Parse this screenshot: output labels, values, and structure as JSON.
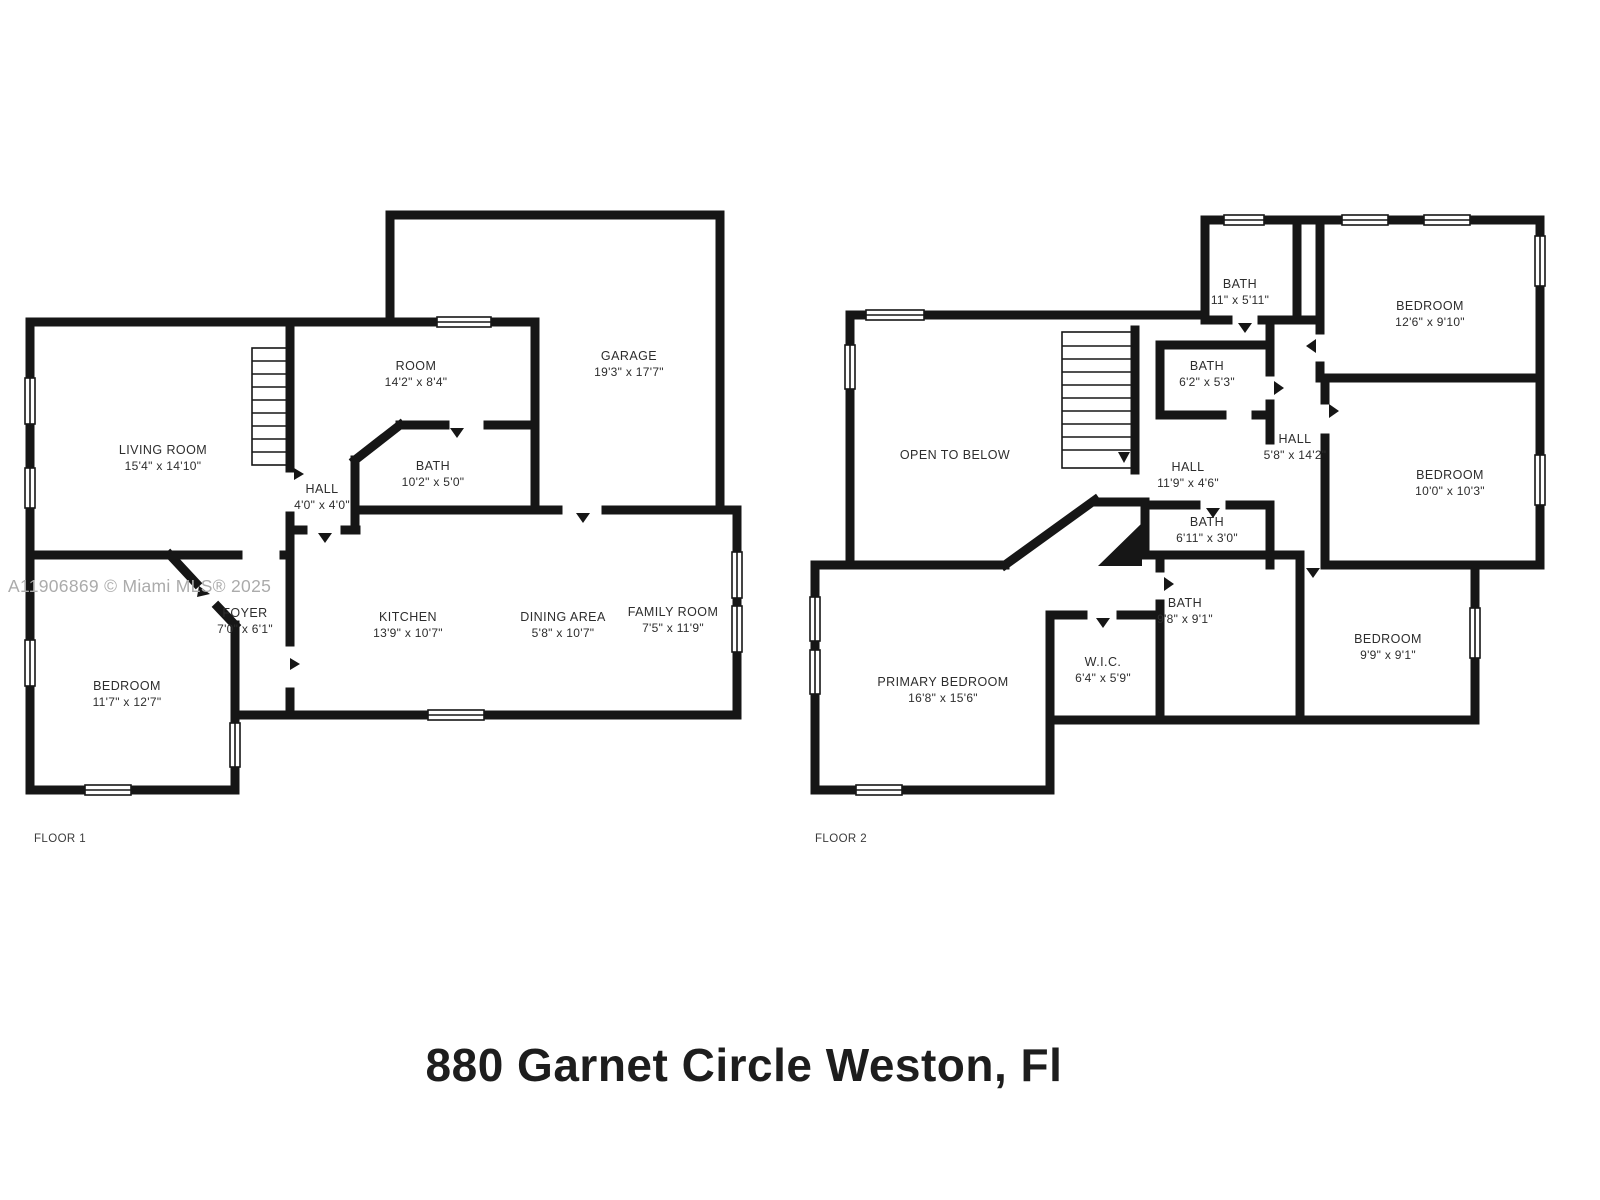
{
  "watermark": "A11906869 © Miami MLS® 2025",
  "title": "880 Garnet Circle Weston, Fl",
  "floor1": {
    "label": "FLOOR 1",
    "rooms": [
      {
        "name": "LIVING ROOM",
        "dims": "15'4\" x 14'10\""
      },
      {
        "name": "ROOM",
        "dims": "14'2\" x 8'4\""
      },
      {
        "name": "GARAGE",
        "dims": "19'3\" x 17'7\""
      },
      {
        "name": "BATH",
        "dims": "10'2\" x 5'0\""
      },
      {
        "name": "HALL",
        "dims": "4'0\" x 4'0\""
      },
      {
        "name": "FOYER",
        "dims": "7'0\" x 6'1\""
      },
      {
        "name": "KITCHEN",
        "dims": "13'9\" x 10'7\""
      },
      {
        "name": "DINING AREA",
        "dims": "5'8\" x 10'7\""
      },
      {
        "name": "FAMILY ROOM",
        "dims": "7'5\" x 11'9\""
      },
      {
        "name": "BEDROOM",
        "dims": "11'7\" x 12'7\""
      }
    ]
  },
  "floor2": {
    "label": "FLOOR 2",
    "rooms": [
      {
        "name": "BATH",
        "dims": "11\" x 5'11\""
      },
      {
        "name": "BEDROOM",
        "dims": "12'6\" x 9'10\""
      },
      {
        "name": "BATH",
        "dims": "6'2\" x 5'3\""
      },
      {
        "name": "OPEN TO BELOW",
        "dims": ""
      },
      {
        "name": "HALL",
        "dims": "11'9\" x 4'6\""
      },
      {
        "name": "HALL",
        "dims": "5'8\" x 14'2\""
      },
      {
        "name": "BEDROOM",
        "dims": "10'0\" x 10'3\""
      },
      {
        "name": "BATH",
        "dims": "6'11\" x 3'0\""
      },
      {
        "name": "BATH",
        "dims": "9'8\" x 9'1\""
      },
      {
        "name": "W.I.C.",
        "dims": "6'4\" x 5'9\""
      },
      {
        "name": "PRIMARY BEDROOM",
        "dims": "16'8\" x 15'6\""
      },
      {
        "name": "BEDROOM",
        "dims": "9'9\" x 9'1\""
      }
    ]
  }
}
